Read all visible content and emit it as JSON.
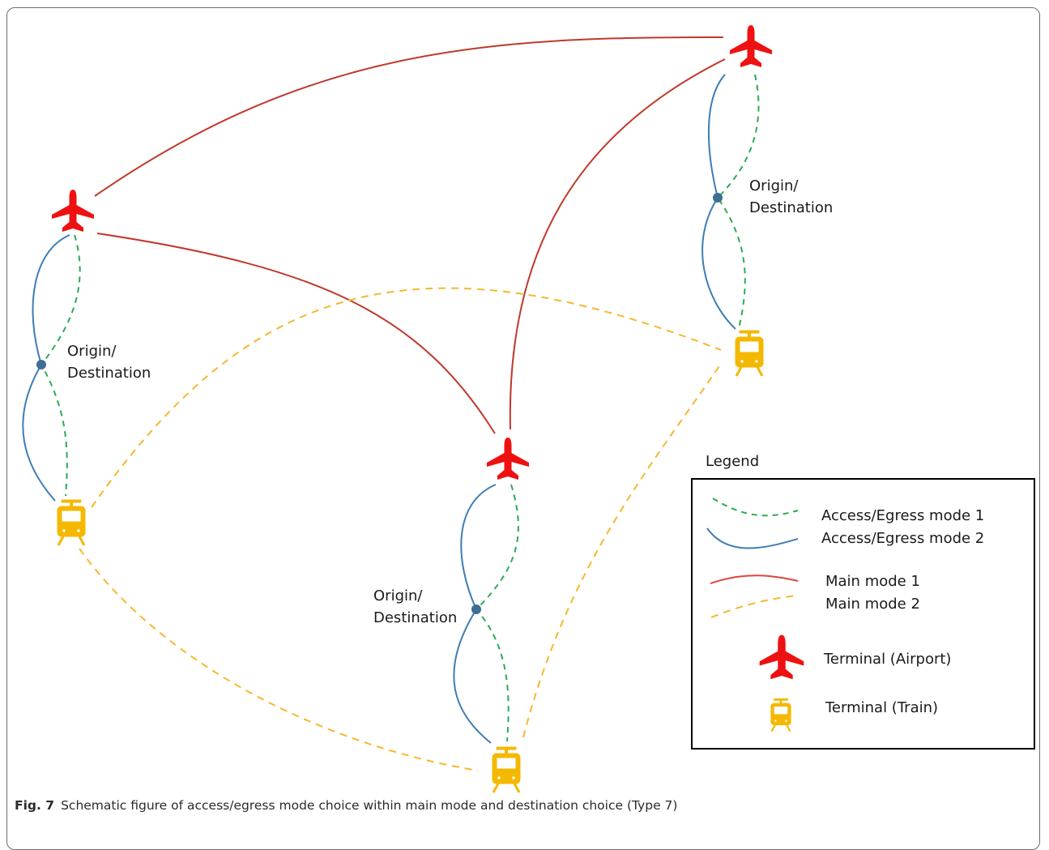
{
  "colors": {
    "main_mode_1": "#c0392b",
    "main_mode_2": "#f5b82e",
    "access_mode_1": "#2eaa55",
    "access_mode_2": "#3f7cb4",
    "airport": "#ee1111",
    "train": "#f5b800",
    "origin_node": "#3d6f93"
  },
  "nodes": {
    "origin_label": [
      "Origin/",
      "Destination"
    ]
  },
  "legend": {
    "title": "Legend",
    "items": [
      {
        "label": "Access/Egress mode 1",
        "style": "dashed-green"
      },
      {
        "label": "Access/Egress mode 2",
        "style": "solid-blue"
      },
      {
        "label": "Main mode 1",
        "style": "solid-red"
      },
      {
        "label": "Main mode 2",
        "style": "dashed-yellow"
      },
      {
        "label": "Terminal (Airport)",
        "icon": "airplane-icon"
      },
      {
        "label": "Terminal (Train)",
        "icon": "train-icon"
      }
    ]
  },
  "caption": {
    "number": "Fig. 7",
    "text": "Schematic figure of access/egress mode choice within main mode and destination choice (Type 7)"
  }
}
